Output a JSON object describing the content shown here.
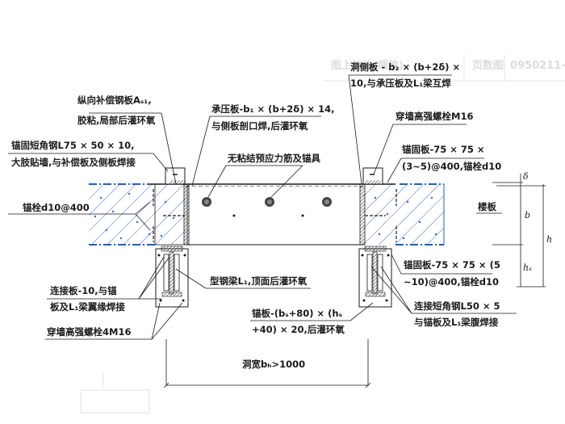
{
  "drawing": {
    "ghost_header": {
      "title": "图上标注(缩放)",
      "col2": "页数图",
      "col3": "0950211-"
    },
    "labels": {
      "compensation_plate": [
        "纵向补偿钢板Aₛ₁,",
        "胶粘,局部后灌环氧"
      ],
      "bearing_plate": [
        "承压板-b₁ × (b+2δ) × 14,",
        "与侧板剖口焊,后灌环氧"
      ],
      "opening_side_plate": [
        "洞侧板 - b₂ × (b+2δ) ×",
        "10,与承压板及L₁梁互焊"
      ],
      "through_bolt_top": "穿墙高强螺栓M16",
      "anchor_angle": [
        "锚固短角钢L75 × 50 × 10,",
        "大肢贴墙,与补偿板及侧板焊接"
      ],
      "prestress_tendon": "无粘结预应力筋及锚具",
      "anchor_plate_top": [
        "锚固板-75 × 75 ×",
        "(3~5)@400,锚栓d10"
      ],
      "anchor_bolt": "锚栓d10@400",
      "floor_slab": "楼板",
      "anchor_plate_bottom": [
        "锚固板-75 × 75 × (5",
        "~10)@400,锚栓d10"
      ],
      "connecting_plate": [
        "连接板-10,与锚",
        "板及L₁梁翼缘焊接"
      ],
      "steel_beam": "型钢梁L₁,顶面后灌环氧",
      "anchor_slab": [
        "锚板-(bₛ+80) × (hₛ",
        "+40) × 20,后灌环氧"
      ],
      "connecting_angle": [
        "连接短角钢L50 × 5",
        "与锚板及L₁梁腹焊接"
      ],
      "through_bolt_bottom": "穿墙高强螺栓4M16",
      "opening_width": "洞宽bₕ>1000"
    },
    "dimensions": {
      "delta": "δ",
      "b": "b",
      "h": "h",
      "hs": "hₛ"
    },
    "colors": {
      "line": "#1a1a1a",
      "concrete_edge": "#1f5fc4",
      "hatch": "#3a6fd0",
      "aggregate": "#2f66cc",
      "ghost": "#dcdcdc"
    }
  }
}
